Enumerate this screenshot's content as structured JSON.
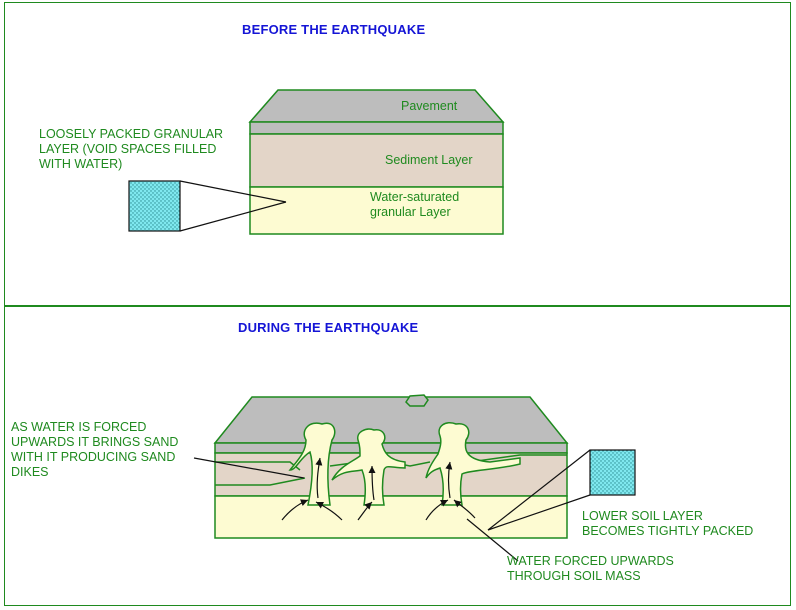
{
  "before": {
    "heading": "BEFORE THE EARTHQUAKE",
    "layers": {
      "pavement": "Pavement",
      "sediment": "Sediment Layer",
      "water_saturated": "Water-saturated\ngranular Layer"
    },
    "callout": "LOOSELY PACKED GRANULAR\nLAYER (VOID SPACES FILLED\nWITH WATER)"
  },
  "during": {
    "heading": "DURING THE EARTHQUAKE",
    "callout_sand": "AS WATER IS FORCED\nUPWARDS IT BRINGS SAND\nWITH IT PRODUCING SAND\nDIKES",
    "callout_lower": "LOWER  SOIL LAYER\nBECOMES TIGHTLY PACKED",
    "callout_water": "WATER FORCED UPWARDS\nTHROUGH SOIL MASS"
  },
  "colors": {
    "outline": "#1f8a1f",
    "heading": "#1515d6",
    "pavement": "#bdbdbd",
    "pavement_side": "#a9a9a9",
    "sediment": "#e3d5c8",
    "granular": "#fdfbd2",
    "dotted_box": "#7fe8ef"
  }
}
